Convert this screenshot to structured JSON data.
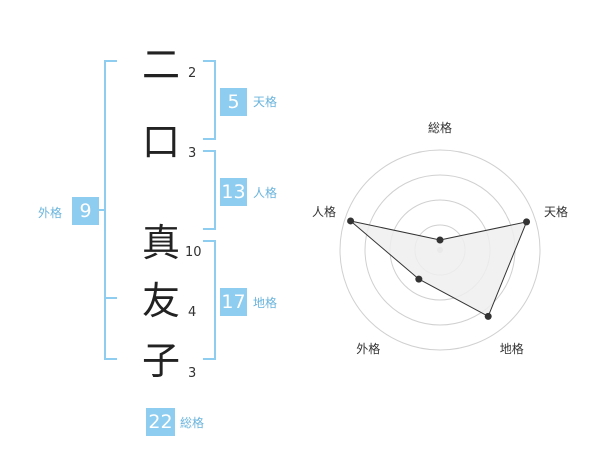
{
  "name": {
    "surname": [
      {
        "char": "二",
        "strokes": "2"
      },
      {
        "char": "口",
        "strokes": "3"
      }
    ],
    "given": [
      {
        "char": "真",
        "strokes": "10"
      },
      {
        "char": "友",
        "strokes": "4"
      },
      {
        "char": "子",
        "strokes": "3"
      }
    ]
  },
  "kaku": {
    "tenkaku": {
      "value": "5",
      "label": "天格"
    },
    "jinkaku": {
      "value": "13",
      "label": "人格"
    },
    "chikaku": {
      "value": "17",
      "label": "地格"
    },
    "gaikaku": {
      "value": "9",
      "label": "外格"
    },
    "soukaku": {
      "value": "22",
      "label": "総格"
    }
  },
  "colors": {
    "accent": "#8ecdf0",
    "accent_text": "#6ab4dd",
    "grid": "#d0d0d0",
    "polygon_fill": "#eeeeee"
  },
  "chart_data": {
    "type": "radar",
    "axes": [
      "総格",
      "天格",
      "地格",
      "外格",
      "人格"
    ],
    "values": [
      0.1,
      0.91,
      0.82,
      0.36,
      0.94
    ],
    "range": [
      0,
      1
    ],
    "rings": 4
  }
}
